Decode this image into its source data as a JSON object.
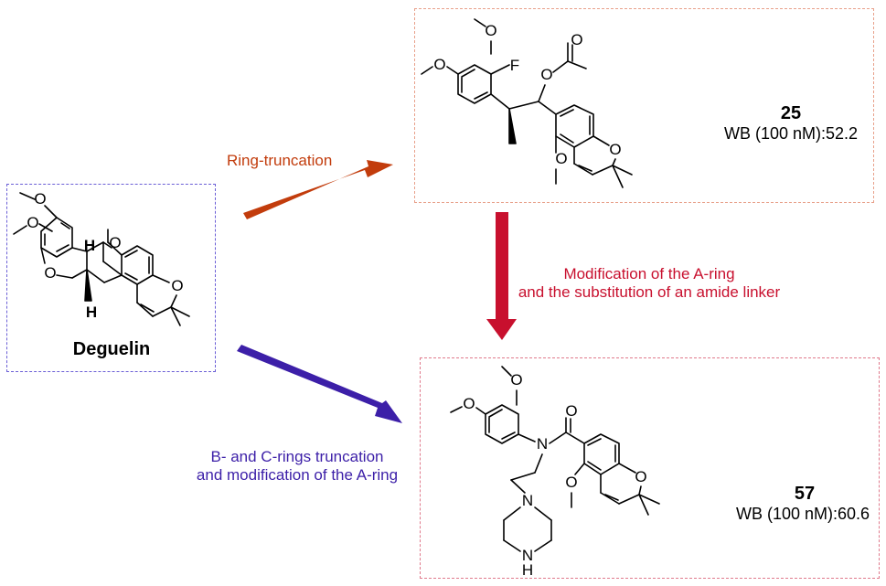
{
  "colors": {
    "deguelin_box": "#6b5fd6",
    "box25": "#e8a08a",
    "box57": "#e07a8c",
    "arrow_truncation": "#c23c0c",
    "arrow_modification": "#c8102e",
    "arrow_bc": "#3c1fa8",
    "text_truncation": "#c23c0c",
    "text_modification": "#c8102e",
    "text_bc": "#3c1fa8"
  },
  "deguelin": {
    "name": "Deguelin",
    "atoms": {
      "O": "O",
      "H": "H"
    }
  },
  "compound25": {
    "number": "25",
    "activity": "WB (100 nM):52.2",
    "atoms": {
      "O": "O",
      "F": "F"
    }
  },
  "compound57": {
    "number": "57",
    "activity": "WB (100 nM):60.6",
    "atoms": {
      "O": "O",
      "N": "N",
      "NH": "H"
    }
  },
  "arrows": {
    "truncation": {
      "label": "Ring-truncation"
    },
    "modification": {
      "line1": "Modification of the A-ring",
      "line2": "and the substitution of an amide linker"
    },
    "bc": {
      "line1": "B- and C-rings truncation",
      "line2": "and modification of the A-ring"
    }
  }
}
